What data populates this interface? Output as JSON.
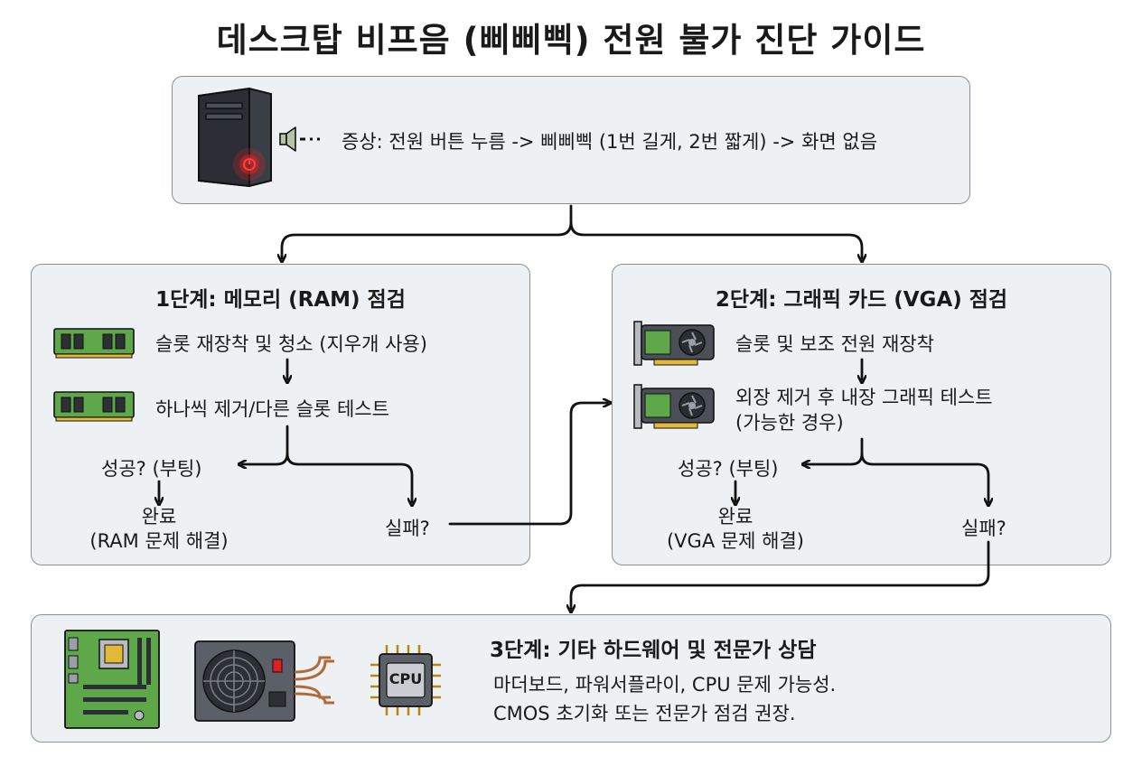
{
  "title": "데스크탑 비프음 (삐삐삑) 전원 불가 진단 가이드",
  "symptom": {
    "text": "증상: 전원 버튼 누름 -> 삐삐삑 (1번 길게, 2번 짧게) -> 화면 없음"
  },
  "step1": {
    "heading": "1단계: 메모리 (RAM) 점검",
    "item1": "슬롯 재장착 및 청소 (지우개 사용)",
    "item2": "하나씩 제거/다른 슬롯 테스트",
    "success": "성공? (부팅)",
    "done_line1": "완료",
    "done_line2": "(RAM 문제 해결)",
    "fail": "실패?"
  },
  "step2": {
    "heading": "2단계: 그래픽 카드 (VGA) 점검",
    "item1": "슬롯 및 보조 전원 재장착",
    "item2_line1": "외장 제거 후 내장 그래픽 테스트",
    "item2_line2": "(가능한 경우)",
    "success": "성공? (부팅)",
    "done_line1": "완료",
    "done_line2": "(VGA 문제 해결)",
    "fail": "실패?"
  },
  "step3": {
    "heading": "3단계: 기타 하드웨어 및 전문가 상담",
    "line1": "마더보드, 파워서플라이, CPU 문제 가능성.",
    "line2": "CMOS 초기화 또는 전문가 점검 권장.",
    "cpu_label": "CPU"
  },
  "colors": {
    "box_bg": "#eef1f4",
    "box_border": "#8a9199",
    "pcb_green": "#5fa84a",
    "power_red": "#e02020",
    "arrow": "#111111"
  },
  "icons": [
    "desktop-tower-icon",
    "speaker-icon",
    "ram-stick-icon",
    "graphics-card-icon",
    "motherboard-icon",
    "power-supply-icon",
    "cpu-chip-icon"
  ]
}
